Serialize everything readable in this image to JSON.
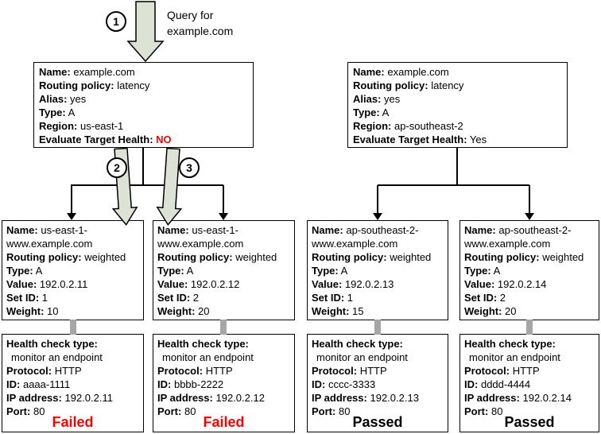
{
  "colors": {
    "fail": "#ff0000",
    "pass": "#000000",
    "arrow_fill": "#dce3d4",
    "connector": "#a6a6a6",
    "box_border": "#000000"
  },
  "query": {
    "text": "Query for example.com",
    "step_1": "1",
    "step_2": "2",
    "step_3": "3"
  },
  "labels": {
    "name": "Name:",
    "routing_policy": "Routing policy:",
    "alias": "Alias:",
    "type": "Type:",
    "region": "Region:",
    "evaluate_target_health": "Evaluate Target Health:",
    "value": "Value:",
    "set_id": "Set ID:",
    "weight": "Weight:",
    "health_check_type": "Health check type:",
    "protocol": "Protocol:",
    "id": "ID:",
    "ip_address": "IP address:",
    "port": "Port:"
  },
  "latency_records": [
    {
      "name": "example.com",
      "routing_policy": "latency",
      "alias": "yes",
      "type": "A",
      "region": "us-east-1",
      "evaluate_target_health": "NO"
    },
    {
      "name": "example.com",
      "routing_policy": "latency",
      "alias": "yes",
      "type": "A",
      "region": "ap-southeast-2",
      "evaluate_target_health": "Yes"
    }
  ],
  "weighted_records": [
    {
      "name": "us-east-1-www.example.com",
      "routing_policy": "weighted",
      "type": "A",
      "value": "192.0.2.11",
      "set_id": "1",
      "weight": "10"
    },
    {
      "name": "us-east-1-www.example.com",
      "routing_policy": "weighted",
      "type": "A",
      "value": "192.0.2.12",
      "set_id": "2",
      "weight": "20"
    },
    {
      "name": "ap-southeast-2-www.example.com",
      "routing_policy": "weighted",
      "type": "A",
      "value": "192.0.2.13",
      "set_id": "1",
      "weight": "15"
    },
    {
      "name": "ap-southeast-2-www.example.com",
      "routing_policy": "weighted",
      "type": "A",
      "value": "192.0.2.14",
      "set_id": "2",
      "weight": "20"
    }
  ],
  "health_checks": [
    {
      "type": "monitor an endpoint",
      "protocol": "HTTP",
      "id": "aaaa-1111",
      "ip_address": "192.0.2.11",
      "port": "80",
      "status": "Failed"
    },
    {
      "type": "monitor an endpoint",
      "protocol": "HTTP",
      "id": "bbbb-2222",
      "ip_address": "192.0.2.12",
      "port": "80",
      "status": "Failed"
    },
    {
      "type": "monitor an endpoint",
      "protocol": "HTTP",
      "id": "cccc-3333",
      "ip_address": "192.0.2.13",
      "port": "80",
      "status": "Passed"
    },
    {
      "type": "monitor an endpoint",
      "protocol": "HTTP",
      "id": "dddd-4444",
      "ip_address": "192.0.2.14",
      "port": "80",
      "status": "Passed"
    }
  ]
}
